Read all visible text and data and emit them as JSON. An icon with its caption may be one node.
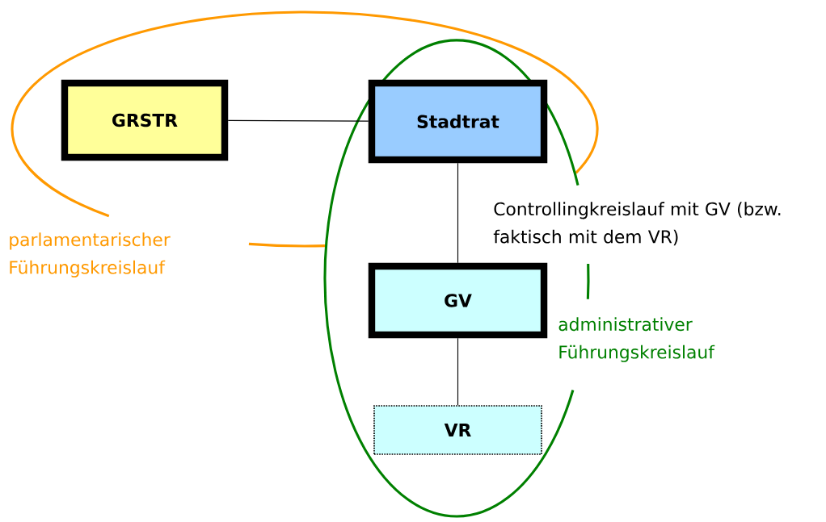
{
  "diagram": {
    "nodes": [
      {
        "text": [
          "parlamentarischer Führungskreislauf"
        ]
      },
      {
        "text": [
          "administrativer Führungskreislauf"
        ]
      },
      {
        "text": [
          "GRSTR"
        ],
        "in": 0
      },
      {
        "text": [
          "Stadtrat"
        ]
      },
      {
        "text": [
          "GV"
        ],
        "in": 1
      },
      {
        "text": [
          "VR"
        ],
        "in": 1
      }
    ],
    "edges": [
      {
        "from": 2,
        "to": 3,
        "arrow": "none"
      },
      {
        "from": 3,
        "to": 4,
        "arrow": "none"
      },
      {
        "from": 4,
        "to": 5,
        "arrow": "none"
      }
    ],
    "labels": [
      "Controllingkreislauf mit GV (bzw. faktisch mit dem VR)"
    ]
  }
}
